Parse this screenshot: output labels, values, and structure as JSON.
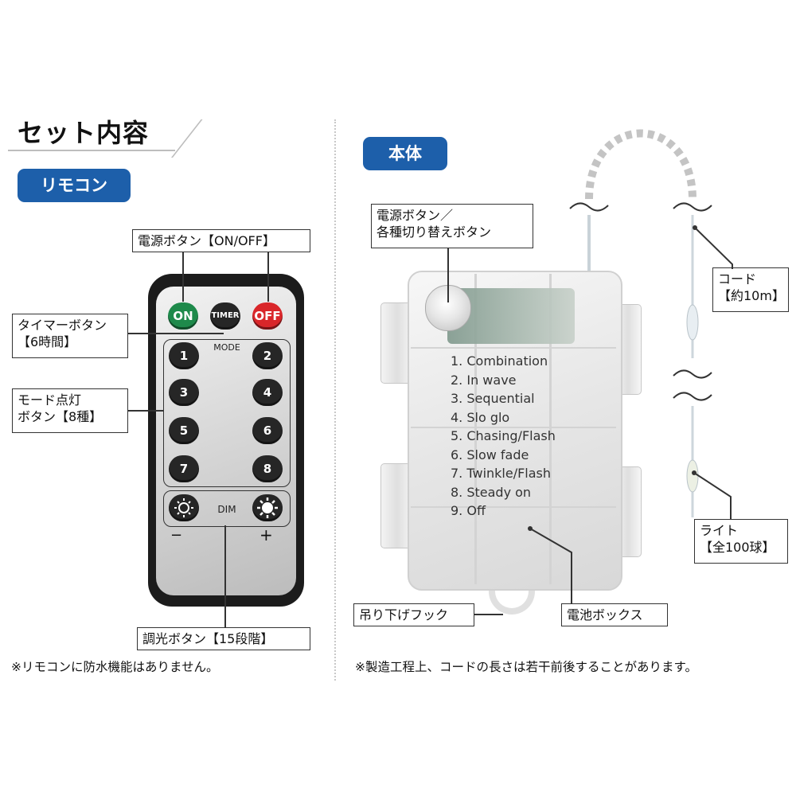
{
  "left": {
    "title": "セット内容",
    "remote_pill": "リモコン",
    "labels": {
      "power": "電源ボタン【ON/OFF】",
      "timer_1": "タイマーボタン",
      "timer_2": "【6時間】",
      "mode_1": "モード点灯",
      "mode_2": "ボタン【8種】",
      "dimmer": "調光ボタン【15段階】"
    },
    "remote": {
      "on": "ON",
      "timer": "TIMER",
      "off": "OFF",
      "mode": "MODE",
      "numbers": [
        "1",
        "2",
        "3",
        "4",
        "5",
        "6",
        "7",
        "8"
      ],
      "dim": "DIM",
      "minus": "−",
      "plus": "+"
    },
    "note": "※リモコンに防水機能はありません。"
  },
  "right": {
    "pill": "本体",
    "labels": {
      "power_1": "電源ボタン／",
      "power_2": "各種切り替えボタン",
      "cord_1": "コード",
      "cord_2": "【約10m】",
      "light_1": "ライト",
      "light_2": "【全100球】",
      "hook": "吊り下げフック",
      "battery": "電池ボックス"
    },
    "modes": [
      "1.  Combination",
      "2.  In wave",
      "3.  Sequential",
      "4.  Slo glo",
      "5.  Chasing/Flash",
      "6.  Slow fade",
      "7.  Twinkle/Flash",
      "8.  Steady on",
      "9.  Off"
    ],
    "note": "※製造工程上、コードの長さは若干前後することがあります。"
  },
  "colors": {
    "pill": "#1d5faa",
    "on": "#1e8a4b",
    "off": "#d9262a",
    "timer": "#262626"
  },
  "icons": [
    "sun-dim-icon",
    "sun-bright-icon"
  ]
}
